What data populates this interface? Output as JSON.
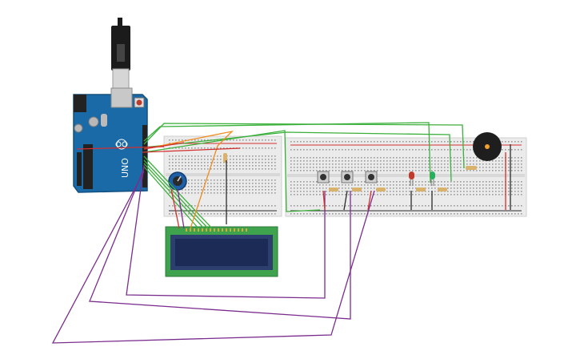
{
  "arduino": {
    "brand_text": "UNO",
    "colors": {
      "pcb": "#1a6aa8",
      "pcb_dark": "#12507f",
      "header": "#222222"
    }
  },
  "usb_cable": {
    "colors": {
      "cable": "#1b1b1b",
      "plug": "#d6d6d6"
    }
  },
  "breadboards": [
    {
      "id": "breadboard-small",
      "color": "#ebebeb"
    },
    {
      "id": "breadboard-large",
      "color": "#ebebeb"
    }
  ],
  "potentiometer": {
    "colors": {
      "body": "#1f5fa5",
      "knob": "#2a2a2a"
    }
  },
  "lcd": {
    "colors": {
      "pcb": "#3fa34d",
      "screen": "#1c2b55",
      "bezel": "#2d3f6e"
    }
  },
  "pushbuttons": [
    {
      "id": "button-1"
    },
    {
      "id": "button-2"
    },
    {
      "id": "button-3"
    }
  ],
  "leds": [
    {
      "id": "led-red",
      "color": "#c0392b"
    },
    {
      "id": "led-green",
      "color": "#27ae60"
    }
  ],
  "buzzer": {
    "colors": {
      "body": "#1e1e1e",
      "hole": "#f0a030"
    }
  },
  "wire_colors": {
    "green": "#3bb03b",
    "purple": "#7b2d8e",
    "orange": "#f08c1e",
    "red": "#d32f2f",
    "black": "#2b2b2b"
  }
}
